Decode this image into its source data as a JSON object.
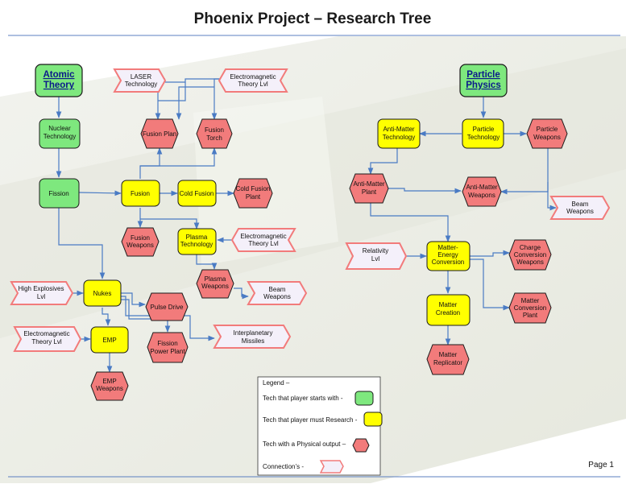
{
  "title": "Phoenix Project – Research Tree",
  "page_label": "Page 1",
  "colors": {
    "start": "#7ee87e",
    "research": "#ffff00",
    "physical": "#f27b7b",
    "connection": "#f4f0fa",
    "arrow": "#4a7bc4"
  },
  "nodes": {
    "atomic_theory": [
      "Atomic",
      "Theory"
    ],
    "particle_physics": [
      "Particle",
      "Physics"
    ],
    "nuclear_technology": [
      "Nuclear",
      "Technology"
    ],
    "fission": [
      "Fission"
    ],
    "fusion": [
      "Fusion"
    ],
    "cold_fusion": [
      "Cold Fusion"
    ],
    "cold_fusion_plant": [
      "Cold Fusion",
      "Plant"
    ],
    "fusion_plan": [
      "Fusion Plan"
    ],
    "fusion_torch": [
      "Fusion",
      "Torch"
    ],
    "laser_technology": [
      "LASER",
      "Technology"
    ],
    "electromagnetic_top": [
      "Electromagnetic",
      "Theory Lvl"
    ],
    "fusion_weapons": [
      "Fusion",
      "Weapons"
    ],
    "plasma_technology": [
      "Plasma",
      "Technology"
    ],
    "electromagnetic_mid": [
      "Electromagnetic",
      "Theory Lvl"
    ],
    "plasma_weapons": [
      "Plasma",
      "Weapons"
    ],
    "beam_weapons_left": [
      "Beam",
      "Weapons"
    ],
    "high_explosives": [
      "High Explosives",
      "Lvl"
    ],
    "nukes": [
      "Nukes"
    ],
    "pulse_drive": [
      "Pulse Drive"
    ],
    "fission_power_plant": [
      "Fission",
      "Power Plant"
    ],
    "interplanetary_missiles": [
      "Interplanetary",
      "Missiles"
    ],
    "electromagnetic_bottom": [
      "Electromagnetic",
      "Theory Lvl"
    ],
    "emp": [
      "EMP"
    ],
    "emp_weapons": [
      "EMP",
      "Weapons"
    ],
    "anti_matter_technology": [
      "Anti-Matter",
      "Technology"
    ],
    "particle_technology": [
      "Particle",
      "Technology"
    ],
    "particle_weapons": [
      "Particle",
      "Weapons"
    ],
    "anti_matter_plant": [
      "Anti-Matter",
      "Plant"
    ],
    "anti_matter_weapons": [
      "Anti-Matter",
      "Weapons"
    ],
    "beam_weapons_right": [
      "Beam",
      "Weapons"
    ],
    "relativity": [
      "Relativity",
      "Lvl"
    ],
    "matter_energy_conversion": [
      "Matter-",
      "Energy",
      "Conversion"
    ],
    "charge_conversion_weapons": [
      "Charge",
      "Conversion",
      "Weapons"
    ],
    "matter_creation": [
      "Matter",
      "Creation"
    ],
    "matter_conversion_plant": [
      "Matter",
      "Conversion",
      "Plant"
    ],
    "matter_replicator": [
      "Matter",
      "Replicator"
    ]
  },
  "legend": {
    "title": "Legend –",
    "start": "Tech that player starts with -",
    "research": "Tech that player must Research -",
    "physical": "Tech with a Physical output –",
    "connection": "Connection’s -"
  }
}
